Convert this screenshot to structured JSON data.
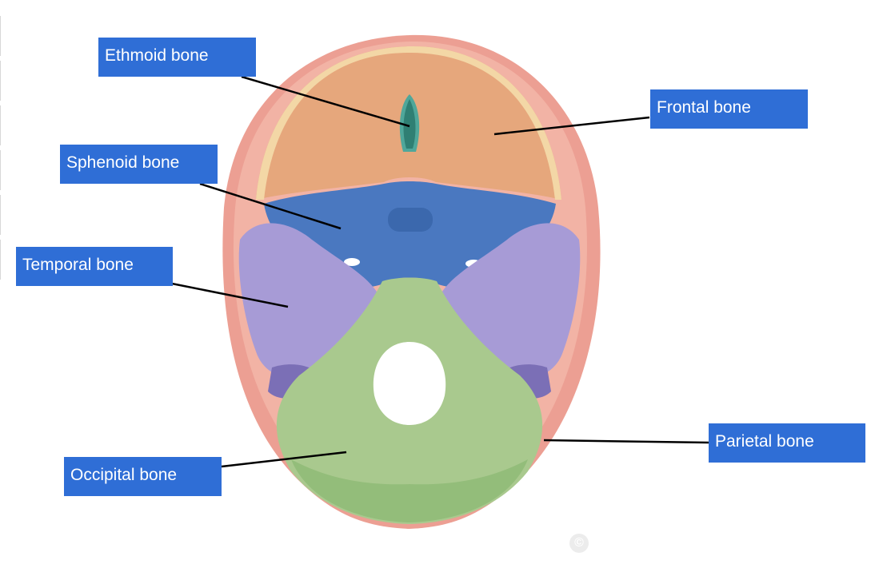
{
  "labels": {
    "ethmoid": "Ethmoid bone",
    "frontal": "Frontal bone",
    "sphenoid": "Sphenoid bone",
    "temporal": "Temporal bone",
    "parietal": "Parietal bone",
    "occipital": "Occipital bone"
  },
  "copyright_symbol": "©",
  "colors": {
    "label_box": "#2f6ed6",
    "frontal": "#e6a77c",
    "ethmoid": "#4fa79a",
    "sphenoid": "#4a78c0",
    "temporal": "#a79bd6",
    "parietal": "#e9a59c",
    "occipital": "#a9c98e"
  }
}
